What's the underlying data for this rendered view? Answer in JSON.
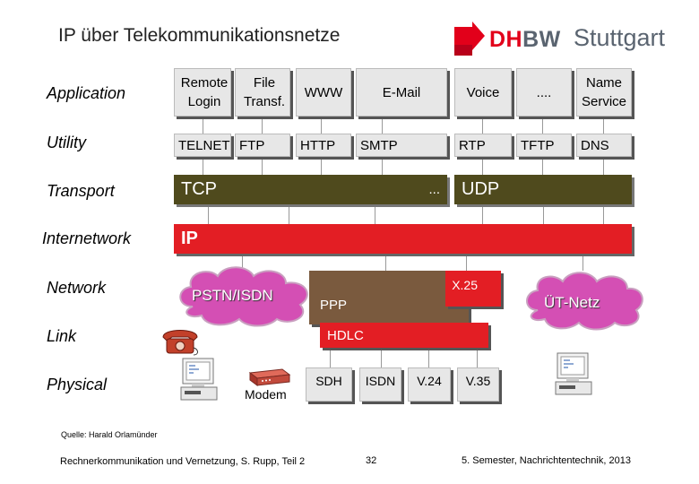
{
  "title": "IP über Telekommunikationsnetze",
  "logo": {
    "dhbw_red": "DH",
    "dhbw_grey": "BW",
    "city": "Stuttgart"
  },
  "layers": [
    "Application",
    "Utility",
    "Transport",
    "Internetwork",
    "Network",
    "Link",
    "Physical"
  ],
  "application": {
    "remote_login": "Remote Login",
    "file_transf": "File Transf.",
    "www": "WWW",
    "email": "E-Mail",
    "voice": "Voice",
    "dots": "....",
    "name_service": "Name Service"
  },
  "utility": {
    "telnet": "TELNET",
    "ftp": "FTP",
    "http": "HTTP",
    "smtp": "SMTP",
    "rtp": "RTP",
    "tftp": "TFTP",
    "dns": "DNS"
  },
  "transport": {
    "tcp": "TCP",
    "dots": "...",
    "udp": "UDP"
  },
  "internetwork": {
    "ip": "IP"
  },
  "network": {
    "pstn": "PSTN/ISDN",
    "ppp": "PPP",
    "x25": "X.25",
    "ut_netz": "ÜT-Netz"
  },
  "link": {
    "hdlc": "HDLC"
  },
  "physical": {
    "modem": "Modem",
    "sdh": "SDH",
    "isdn": "ISDN",
    "v24": "V.24",
    "v35": "V.35"
  },
  "footer": {
    "source": "Quelle: Harald Orlamünder",
    "course": "Rechnerkommunikation und Vernetzung, S. Rupp, Teil 2",
    "page": "32",
    "semester": "5. Semester, Nachrichtentechnik, 2013"
  },
  "colors": {
    "red": "#e31e24",
    "olive": "#4f4a1d",
    "brown": "#7a5a3e",
    "cloud": "#d44fb4",
    "grey_box": "#e7e7e7"
  }
}
